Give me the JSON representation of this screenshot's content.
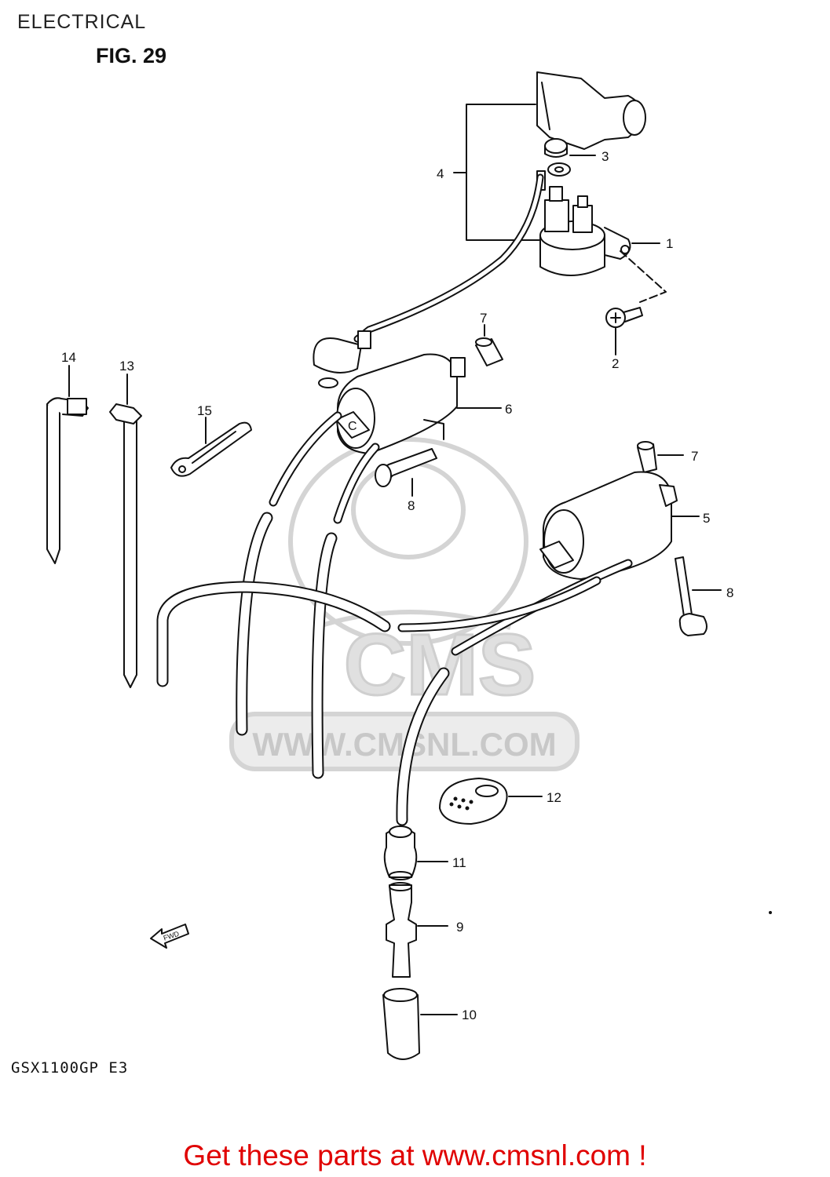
{
  "header": {
    "title": "ELECTRICAL",
    "figure": "FIG. 29"
  },
  "watermark": {
    "brand": "CMS",
    "url": "WWW.CMSNL.COM"
  },
  "forward_arrow_label": "FWD",
  "callouts": {
    "c1": "1",
    "c2": "2",
    "c3": "3",
    "c4": "4",
    "c5": "5",
    "c6": "6",
    "c7a": "7",
    "c7b": "7",
    "c8a": "8",
    "c8b": "8",
    "c9": "9",
    "c10": "10",
    "c11": "11",
    "c12": "12",
    "c13": "13",
    "c14": "14",
    "c15": "15"
  },
  "model_code": "GSX1100GP E3",
  "footer": {
    "link_text": "Get these parts at www.cmsnl.com !"
  },
  "colors": {
    "line": "#111111",
    "footer": "#e00000",
    "watermark": "#d4d4d4"
  }
}
